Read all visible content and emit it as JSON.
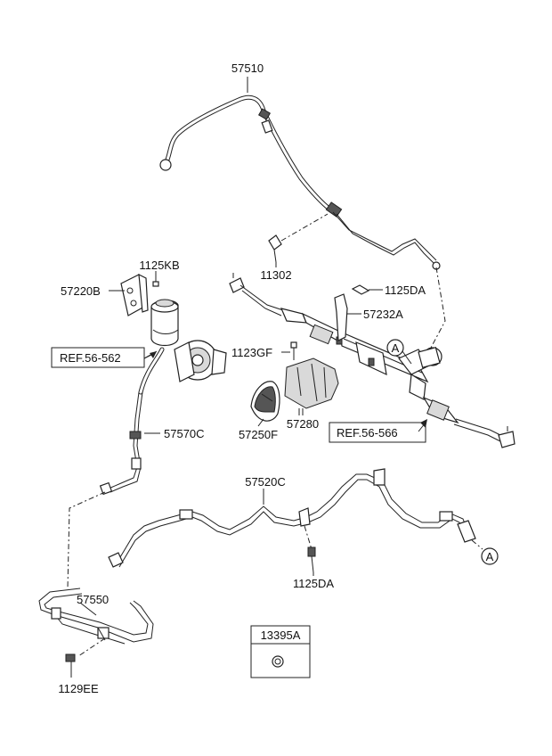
{
  "labels": {
    "p57510": "57510",
    "p11302": "11302",
    "p1125KB": "1125KB",
    "p57220B": "57220B",
    "p1125DA_top": "1125DA",
    "p57232A": "57232A",
    "p1123GF": "1123GF",
    "ref_562": "REF.56-562",
    "p57280": "57280",
    "p57250F": "57250F",
    "p57570C": "57570C",
    "ref_566": "REF.56-566",
    "p57520C": "57520C",
    "p1125DA_bottom": "1125DA",
    "p57550": "57550",
    "p1129EE": "1129EE",
    "p13395A": "13395A",
    "circle_a_top": "A",
    "circle_a_bottom": "A"
  }
}
